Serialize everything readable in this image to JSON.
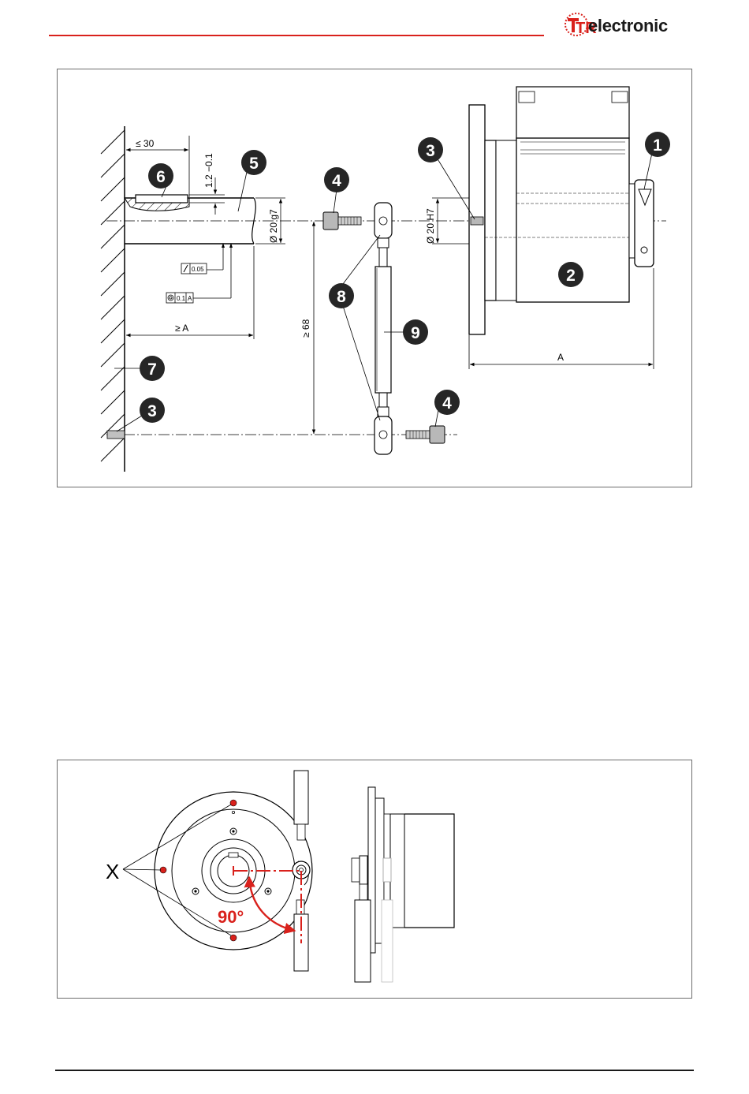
{
  "brand": {
    "name": "electronic",
    "mark_letters": "TR",
    "accent_color": "#d9211c"
  },
  "figure1": {
    "dimensions": {
      "max_30": "≤ 30",
      "depth": "1.2 −0.1",
      "shaft_diameter": "Ø 20 g7",
      "bore_diameter": "Ø 20 H7",
      "min_a": "≥ A",
      "min_68": "≥ 68",
      "a": "A"
    },
    "tolerances": {
      "runout": "0.05",
      "concentricity": "0.1",
      "datum": "A"
    },
    "callouts": {
      "c1": "1",
      "c2": "2",
      "c3_top": "3",
      "c3_bottom": "3",
      "c4_top": "4",
      "c4_bottom": "4",
      "c5": "5",
      "c6": "6",
      "c7": "7",
      "c8": "8",
      "c9": "9"
    }
  },
  "figure2": {
    "label_x": "X",
    "angle": "90°",
    "angle_color": "#d9211c"
  }
}
